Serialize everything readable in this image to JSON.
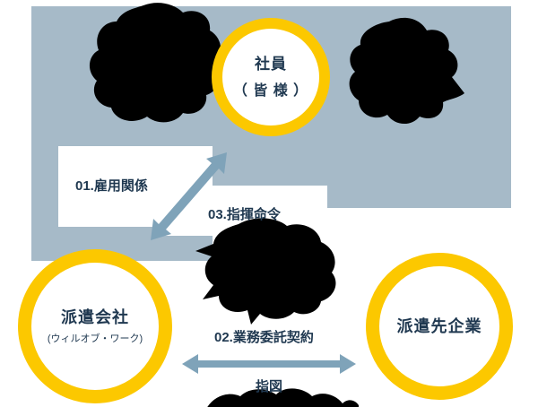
{
  "nodes": {
    "employee": {
      "label": "社員",
      "sublabel": "（ 皆 様 ）"
    },
    "agency": {
      "label": "派遣会社",
      "sublabel": "(ウィルオブ・ワーク)"
    },
    "client": {
      "label": "派遣先企業"
    }
  },
  "relations": {
    "employment": "01.雇用関係",
    "command": "03.指揮命令",
    "outsourcing": "02.業務委託契約",
    "instruction": "指図"
  },
  "colors": {
    "ring_yellow": "#fcc800",
    "bg_blue": "#a6bac8",
    "arrow_blue": "#7fa3b9",
    "text_navy": "#1f3850",
    "blob_black": "#000000"
  }
}
